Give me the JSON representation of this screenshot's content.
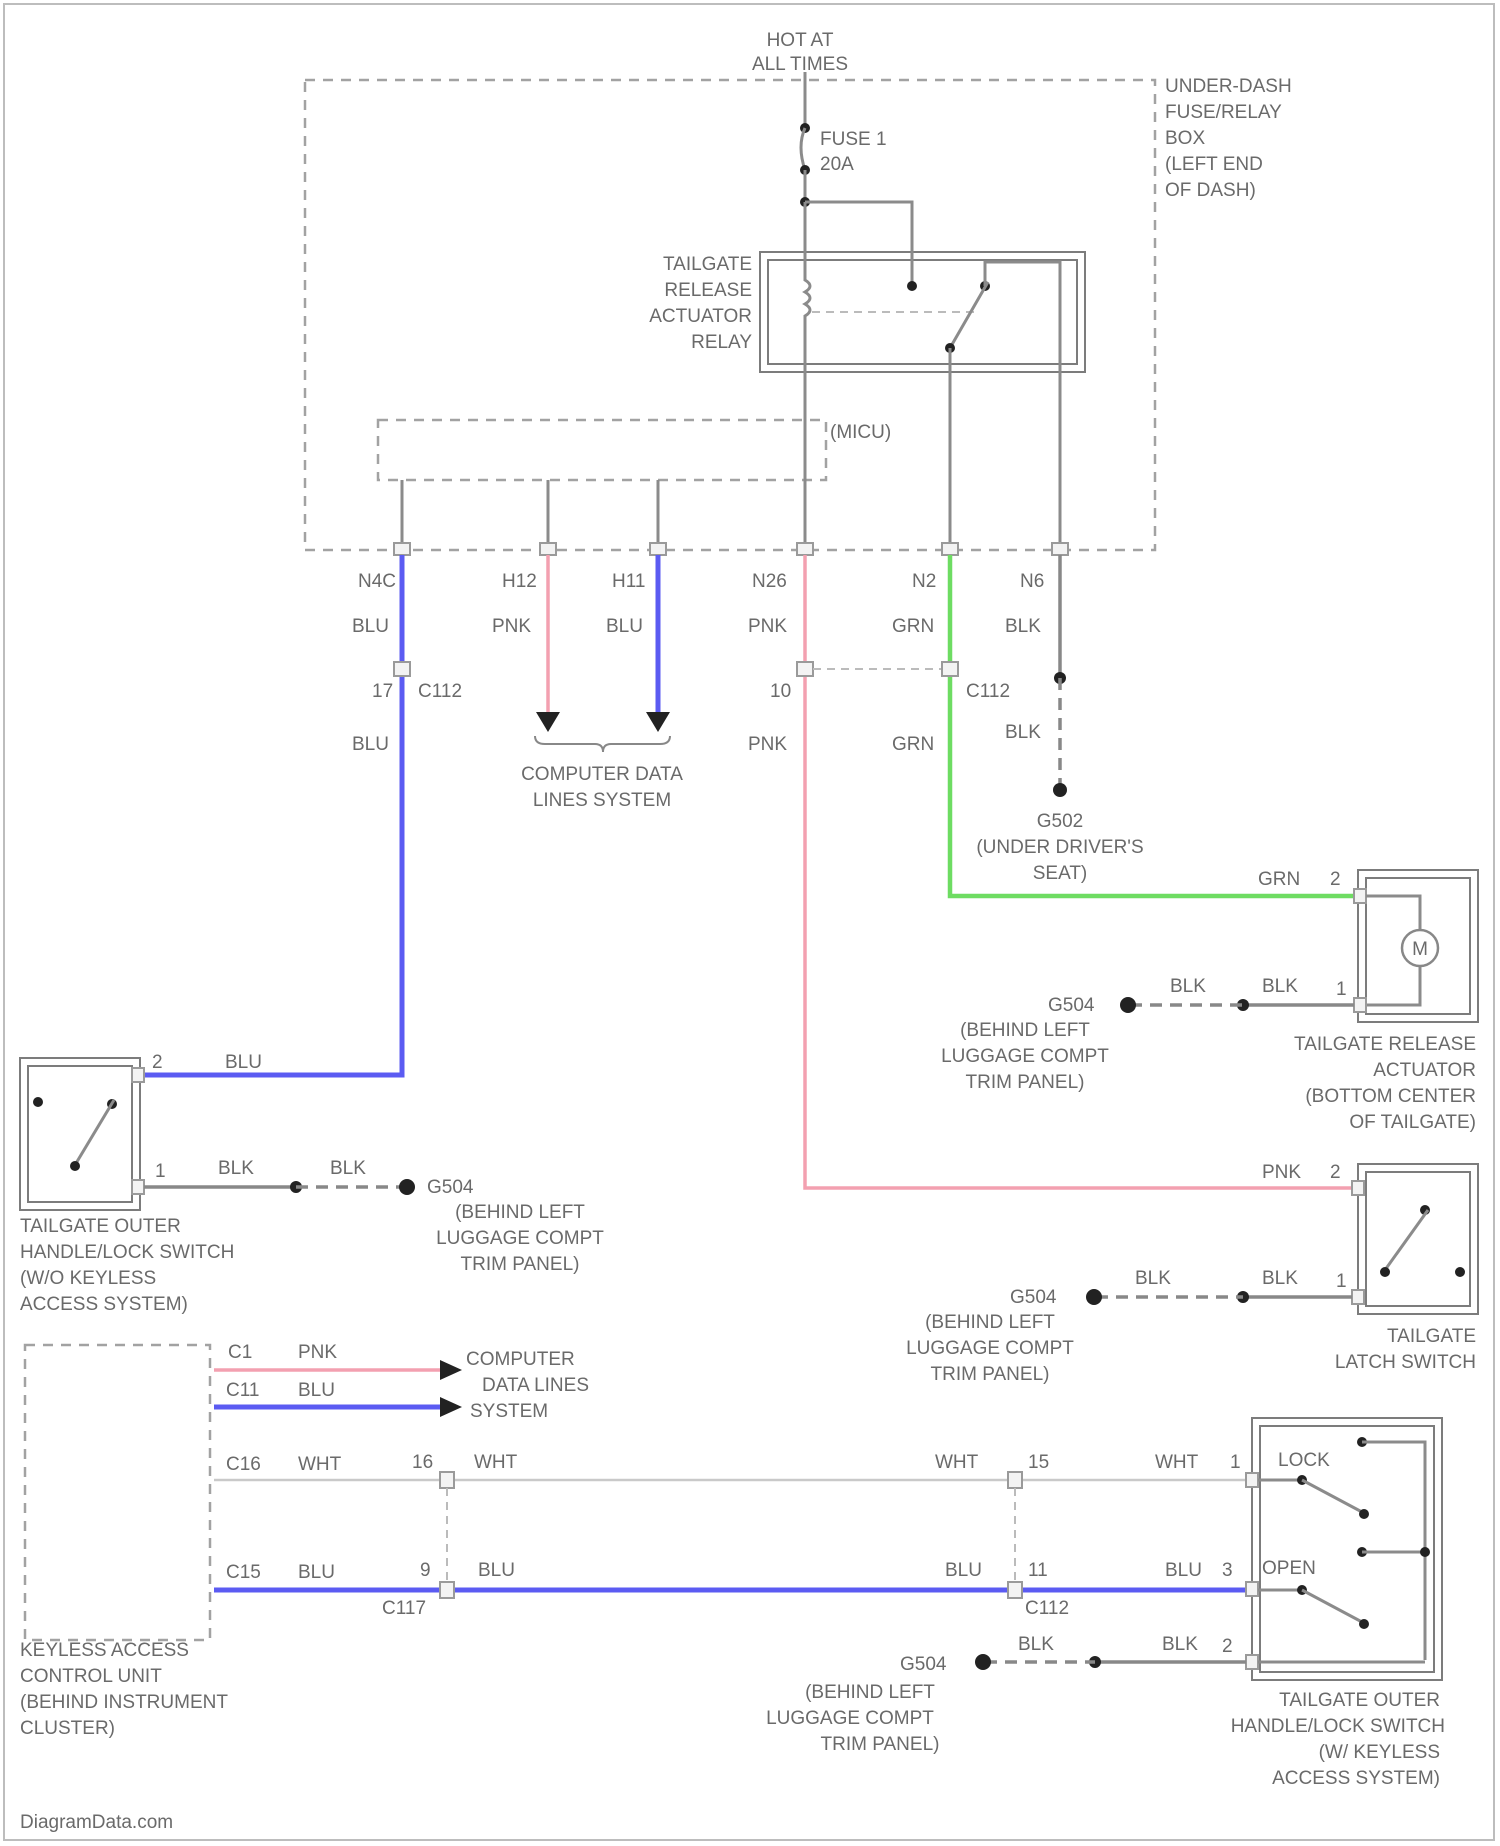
{
  "power": {
    "hot_line1": "HOT AT",
    "hot_line2": "ALL TIMES"
  },
  "fuse_box": {
    "label": [
      "UNDER-DASH",
      "FUSE/RELAY",
      "BOX",
      "(LEFT END",
      "OF DASH)"
    ],
    "fuse_name": "FUSE 1",
    "fuse_rating": "20A",
    "relay_label": [
      "TAILGATE",
      "RELEASE",
      "ACTUATOR",
      "RELAY"
    ],
    "module_label": "(MICU)"
  },
  "terminals": [
    {
      "pin": "N4C",
      "color": "BLU"
    },
    {
      "pin": "H12",
      "color": "PNK"
    },
    {
      "pin": "H11",
      "color": "BLU"
    },
    {
      "pin": "N26",
      "color": "PNK"
    },
    {
      "pin": "N2",
      "color": "GRN"
    },
    {
      "pin": "N6",
      "color": "BLK"
    }
  ],
  "c112_a": {
    "pin": "17",
    "name": "C112",
    "color_below": "BLU"
  },
  "c112_b": {
    "pin": "10",
    "name": "C112",
    "pnk_below": "PNK",
    "grn_below": "GRN"
  },
  "blk_drop": {
    "color": "BLK",
    "ground": "G502",
    "loc": [
      "(UNDER DRIVER'S",
      "SEAT)"
    ]
  },
  "data_lines_top": [
    "COMPUTER DATA",
    "LINES SYSTEM"
  ],
  "actuator": {
    "motor": "M",
    "grn_label": "GRN",
    "grn_pin": "2",
    "blk_pin": "1",
    "blk_a": "BLK",
    "blk_b": "BLK",
    "ground": "G504",
    "ground_loc": [
      "(BEHIND LEFT",
      "LUGGAGE COMPT",
      "TRIM PANEL)"
    ],
    "label": [
      "TAILGATE RELEASE",
      "ACTUATOR",
      "(BOTTOM CENTER",
      "OF TAILGATE)"
    ]
  },
  "latch": {
    "pnk_label": "PNK",
    "pnk_pin": "2",
    "blk_pin": "1",
    "blk_a": "BLK",
    "blk_b": "BLK",
    "ground": "G504",
    "ground_loc": [
      "(BEHIND LEFT",
      "LUGGAGE COMPT",
      "TRIM PANEL)"
    ],
    "label": [
      "TAILGATE",
      "LATCH SWITCH"
    ]
  },
  "outer_switch_left": {
    "blu_pin": "2",
    "blu": "BLU",
    "blk_pin": "1",
    "blk_a": "BLK",
    "blk_b": "BLK",
    "ground": "G504",
    "ground_loc": [
      "(BEHIND LEFT",
      "LUGGAGE COMPT",
      "TRIM PANEL)"
    ],
    "label": [
      "TAILGATE OUTER",
      "HANDLE/LOCK SWITCH",
      "(W/O KEYLESS",
      "ACCESS SYSTEM)"
    ]
  },
  "keyless": {
    "label": [
      "KEYLESS ACCESS",
      "CONTROL UNIT",
      "(BEHIND INSTRUMENT",
      "CLUSTER)"
    ],
    "c1": "C1",
    "c1_color": "PNK",
    "c11": "C11",
    "c11_color": "BLU",
    "c16": "C16",
    "c16_color": "WHT",
    "c15": "C15",
    "c15_color": "BLU",
    "data_lines": [
      "COMPUTER",
      "DATA LINES",
      "SYSTEM"
    ]
  },
  "c117": {
    "name": "C117",
    "pin_wht": "16",
    "pin_blu": "9",
    "wht": "WHT",
    "blu": "BLU"
  },
  "c112_c": {
    "name": "C112",
    "pin_wht": "15",
    "pin_blu": "11",
    "wht_left": "WHT",
    "wht_right": "WHT",
    "blu_left": "BLU",
    "blu_right": "BLU"
  },
  "outer_switch_right": {
    "pin_lock": "1",
    "pin_open": "3",
    "pin_gnd": "2",
    "lock": "LOCK",
    "open": "OPEN",
    "blk_a": "BLK",
    "blk_b": "BLK",
    "ground": "G504",
    "ground_loc": [
      "(BEHIND LEFT",
      "LUGGAGE COMPT",
      "TRIM PANEL)"
    ],
    "label": [
      "TAILGATE OUTER",
      "HANDLE/LOCK SWITCH",
      "(W/ KEYLESS",
      "ACCESS SYSTEM)"
    ]
  },
  "watermark": "DiagramData.com"
}
